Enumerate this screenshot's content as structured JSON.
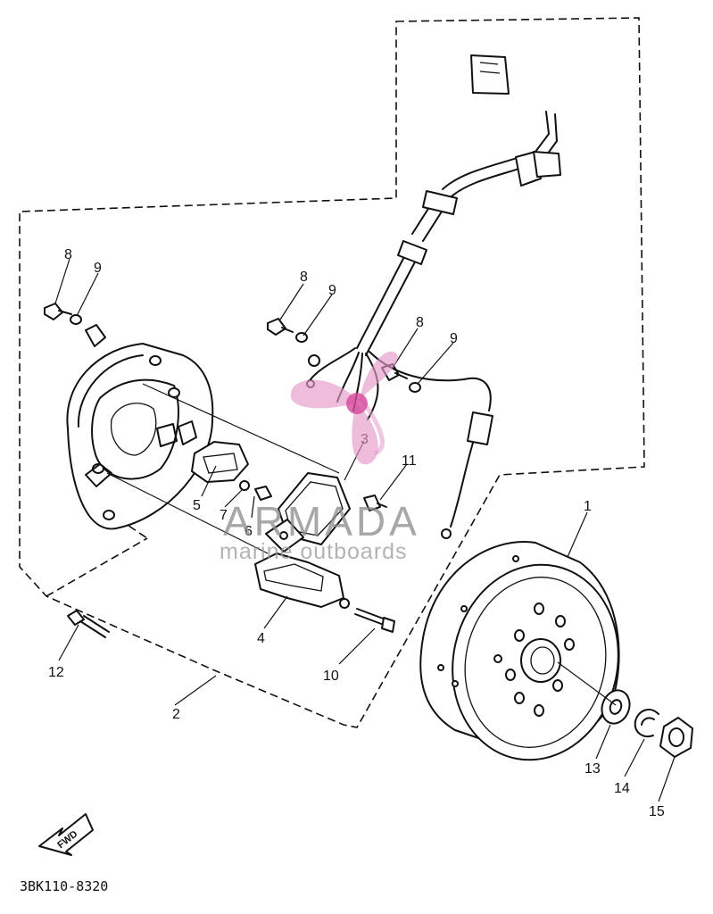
{
  "diagram": {
    "callouts": [
      {
        "id": "c1",
        "text": "1"
      },
      {
        "id": "c2",
        "text": "2"
      },
      {
        "id": "c3",
        "text": "3"
      },
      {
        "id": "c4",
        "text": "4"
      },
      {
        "id": "c5",
        "text": "5"
      },
      {
        "id": "c6",
        "text": "6"
      },
      {
        "id": "c7",
        "text": "7"
      },
      {
        "id": "c8a",
        "text": "8"
      },
      {
        "id": "c8b",
        "text": "8"
      },
      {
        "id": "c8c",
        "text": "8"
      },
      {
        "id": "c9a",
        "text": "9"
      },
      {
        "id": "c9b",
        "text": "9"
      },
      {
        "id": "c9c",
        "text": "9"
      },
      {
        "id": "c10",
        "text": "10"
      },
      {
        "id": "c11",
        "text": "11"
      },
      {
        "id": "c12",
        "text": "12"
      },
      {
        "id": "c13",
        "text": "13"
      },
      {
        "id": "c14",
        "text": "14"
      },
      {
        "id": "c15",
        "text": "15"
      }
    ],
    "fwd_label": "FWD",
    "part_code": "3BK110-8320"
  },
  "watermark": {
    "brand": "ARMADA",
    "tagline": "marine outboards",
    "logo_color": "#e39ac8",
    "logo_dot_color": "#d6489b"
  }
}
